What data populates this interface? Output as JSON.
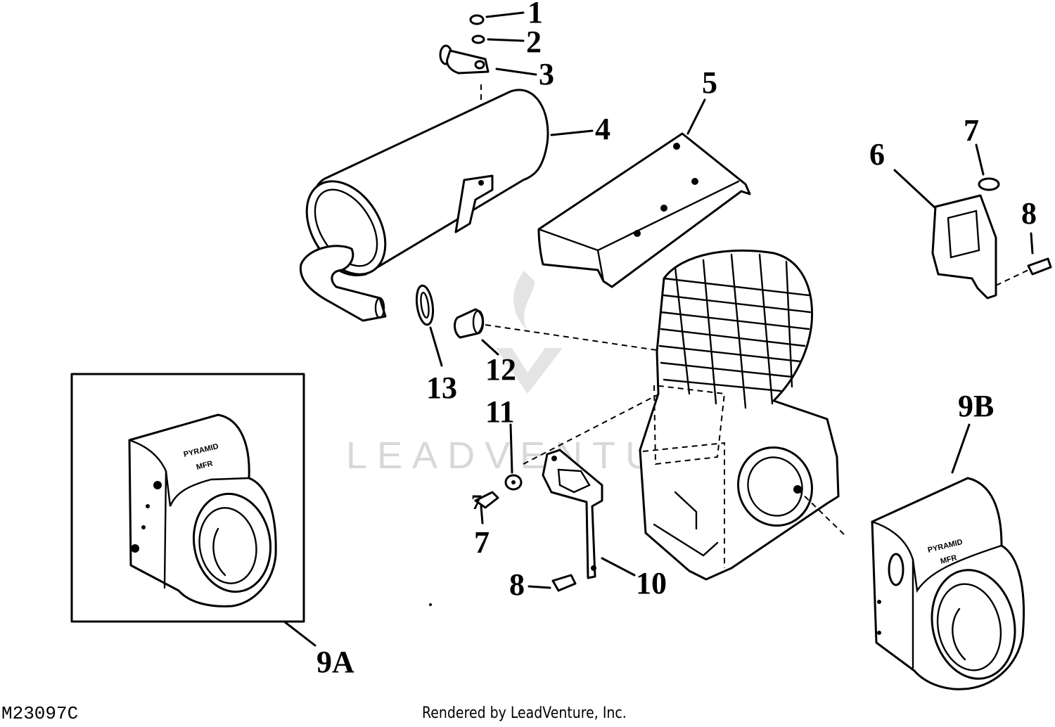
{
  "diagram": {
    "callouts": [
      "1",
      "2",
      "3",
      "4",
      "5",
      "6",
      "7",
      "8",
      "8",
      "7",
      "9A",
      "9B",
      "10",
      "11",
      "12",
      "13",
      "7"
    ],
    "shroud_label_line1": "PYRAMID",
    "shroud_label_line2": "MFR",
    "watermark_text": "LEADVENTURE",
    "drawing_number": "M23097C",
    "footer_credit": "Rendered by LeadVenture, Inc."
  },
  "colors": {
    "ink": "#000000",
    "paper": "#ffffff",
    "watermark": "#d8d8d8"
  }
}
